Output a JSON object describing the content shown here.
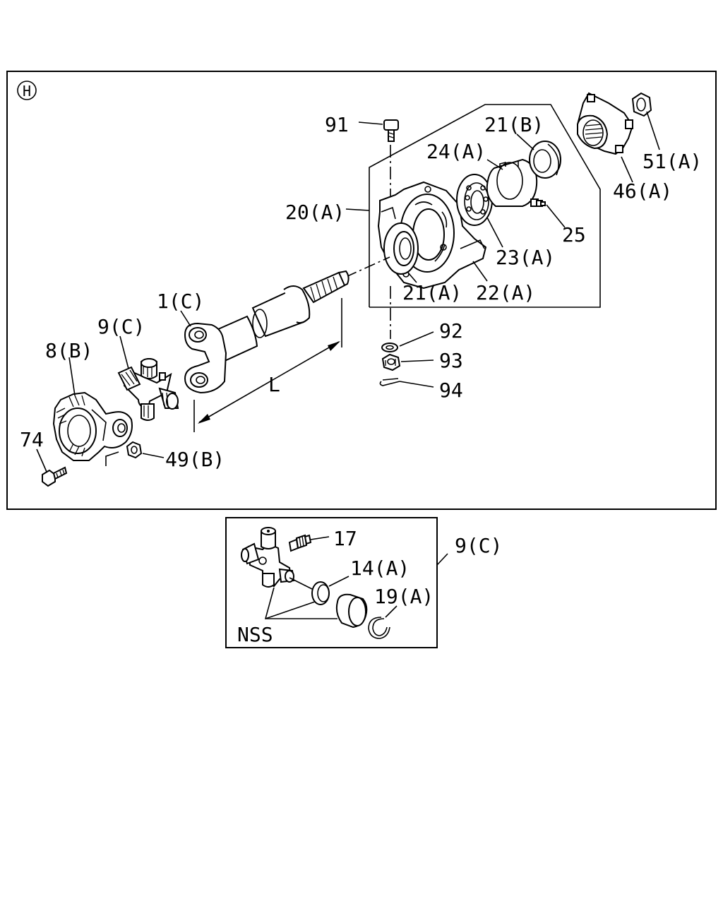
{
  "main": {
    "view_marker": "H",
    "labels": {
      "l91": "91",
      "l21b": "21(B)",
      "l24a": "24(A)",
      "l20a": "20(A)",
      "l25": "25",
      "l23a": "23(A)",
      "l21a": "21(A)",
      "l22a": "22(A)",
      "l51a": "51(A)",
      "l46a": "46(A)",
      "l1c": "1(C)",
      "l9c": "9(C)",
      "l8b": "8(B)",
      "l74": "74",
      "l49b": "49(B)",
      "lL": "L",
      "l92": "92",
      "l93": "93",
      "l94": "94"
    }
  },
  "detail": {
    "labels": {
      "l17": "17",
      "l9c": "9(C)",
      "l14a": "14(A)",
      "l19a": "19(A)",
      "lnss": "NSS"
    }
  }
}
